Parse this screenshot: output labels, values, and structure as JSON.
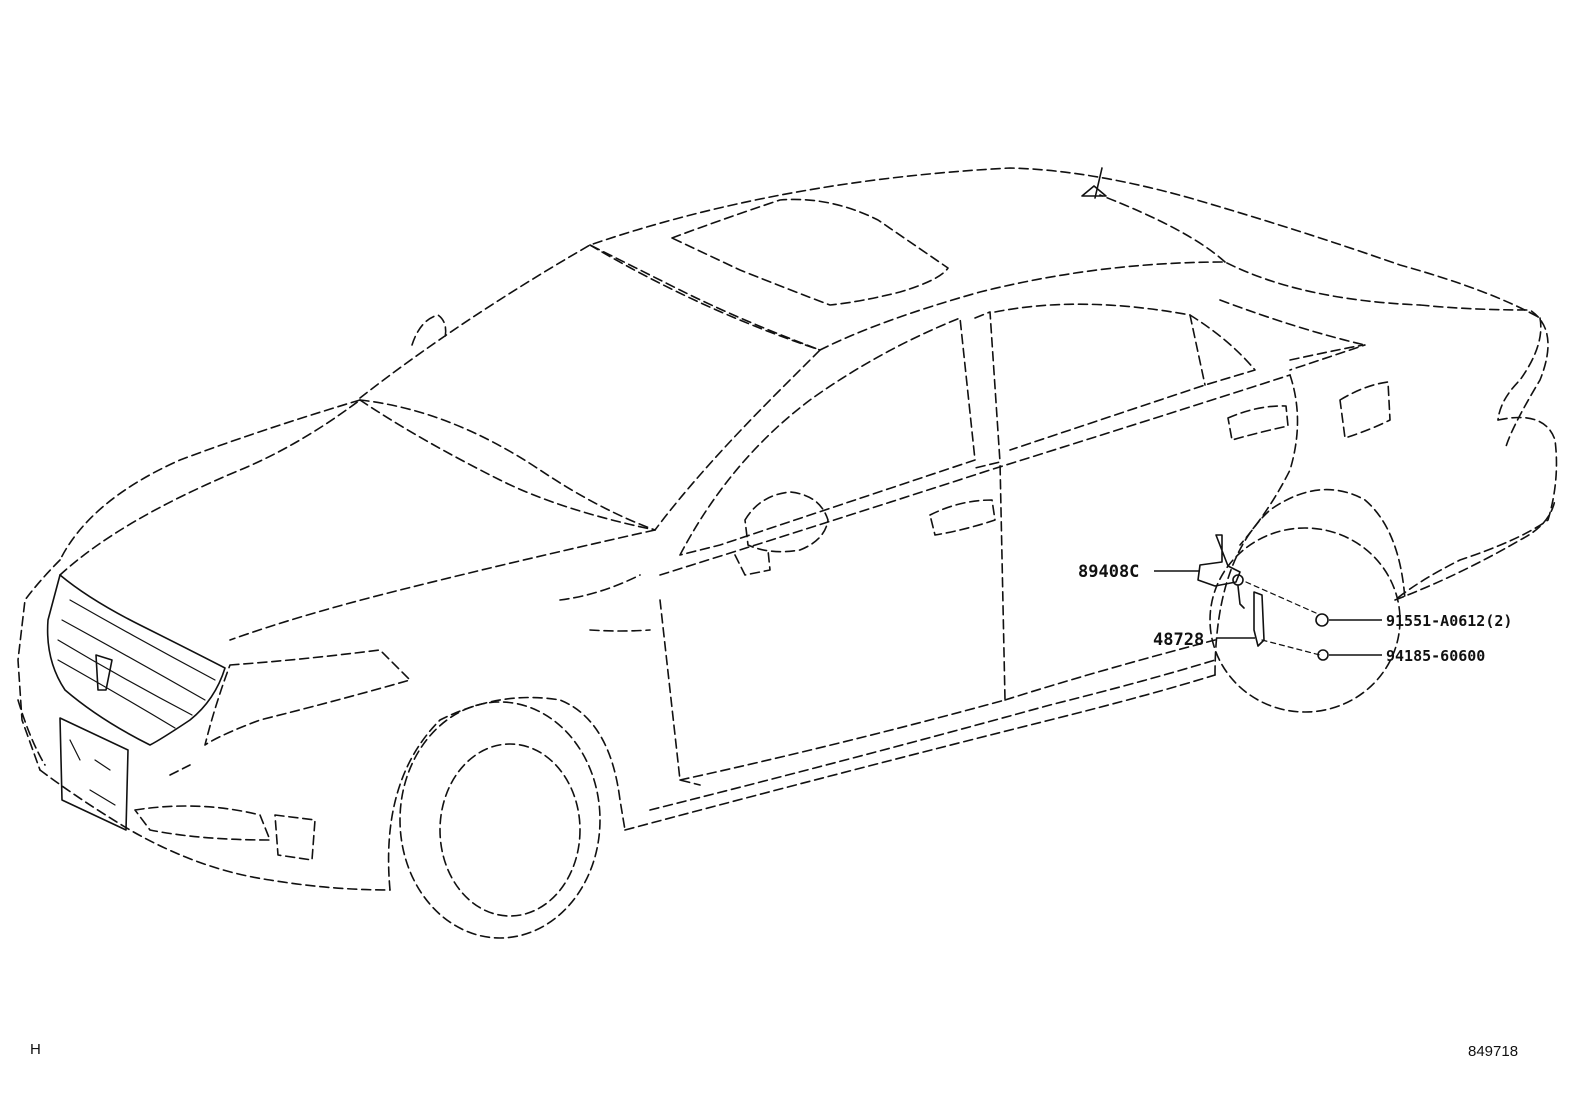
{
  "callouts": {
    "part_89408c": "89408C",
    "part_48728": "48728",
    "part_91551": "91551-A0612(2)",
    "part_94185": "94185-60600"
  },
  "corner_left": "H",
  "illustration_id": "849718"
}
